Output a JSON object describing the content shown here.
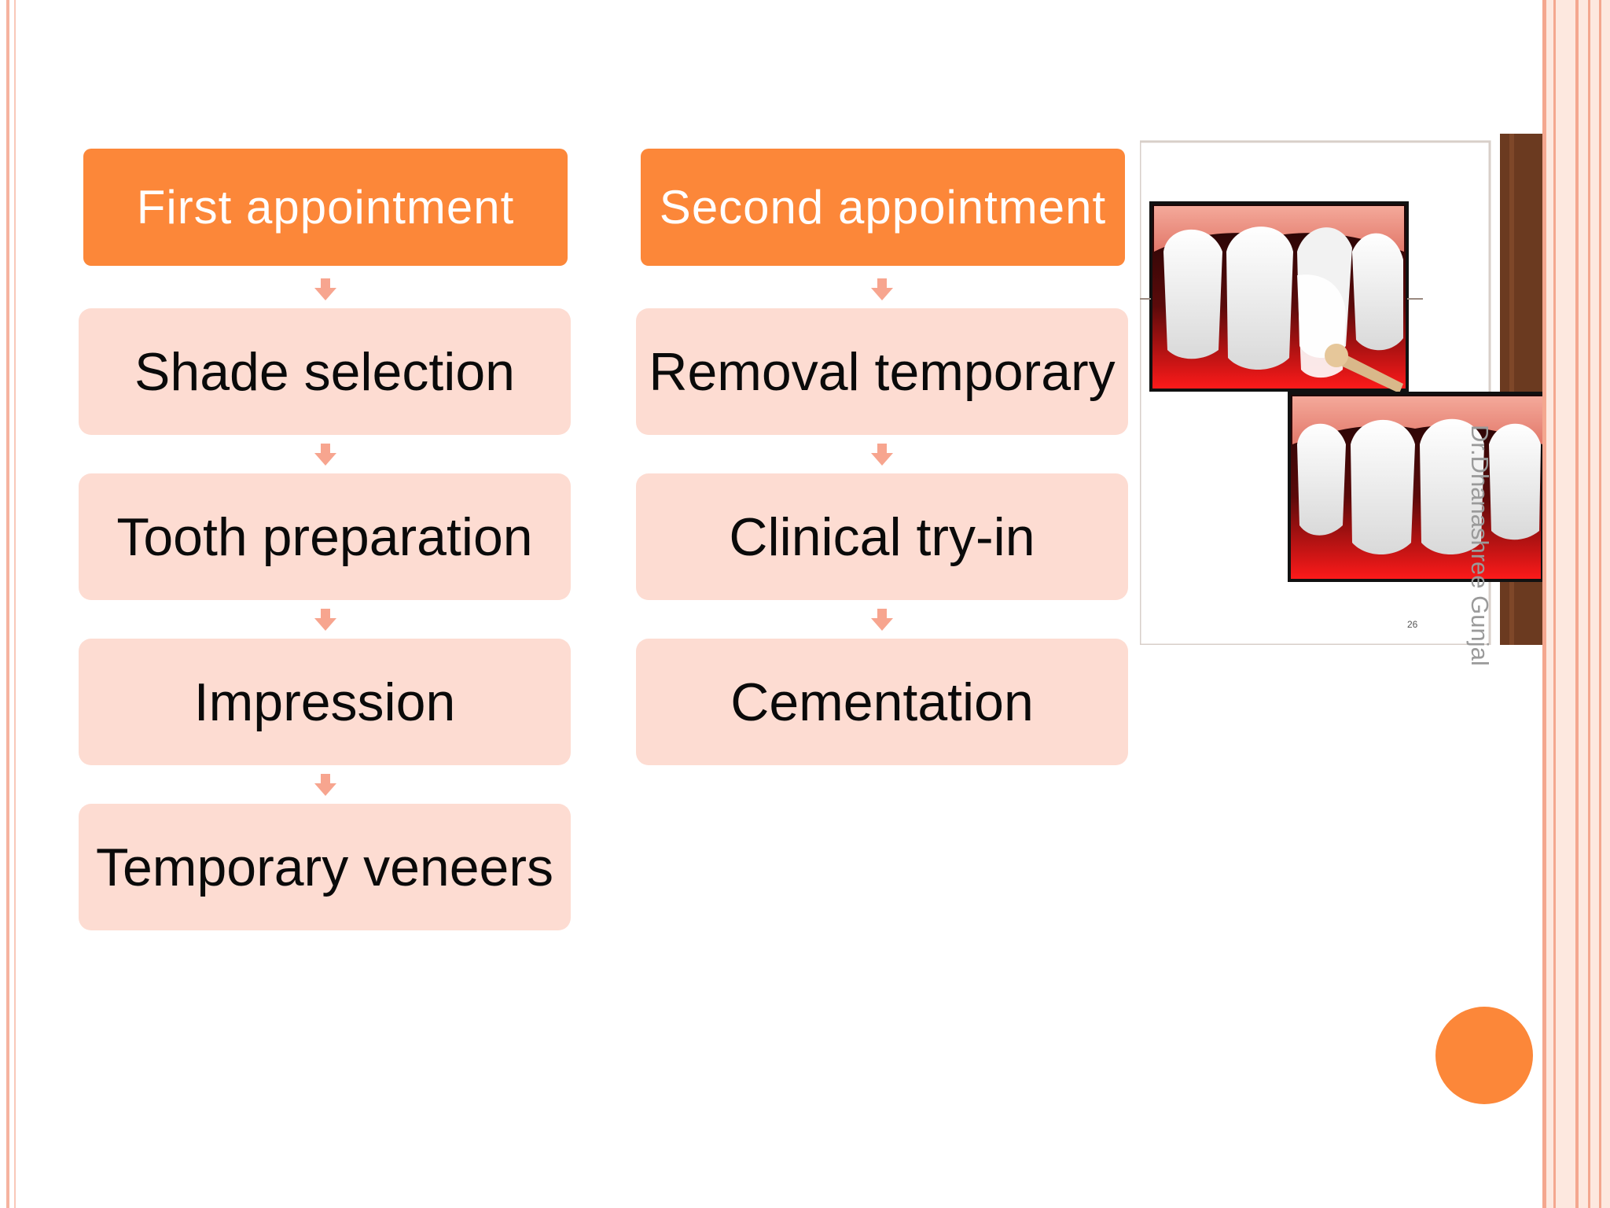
{
  "flowchart": {
    "first": {
      "title": "First appointment",
      "steps": [
        "Shade selection",
        "Tooth preparation",
        "Impression",
        "Temporary veneers"
      ]
    },
    "second": {
      "title": "Second appointment",
      "steps": [
        "Removal temporary",
        "Clinical try-in",
        "Cementation"
      ]
    }
  },
  "image": {
    "caption": "Dr.Dhanashree Gunjal",
    "page_number": "26"
  },
  "colors": {
    "accent": "#fc8739",
    "step_fill": "#fddcd2",
    "arrow": "#f7a58f",
    "frame": "#f4a78f"
  }
}
